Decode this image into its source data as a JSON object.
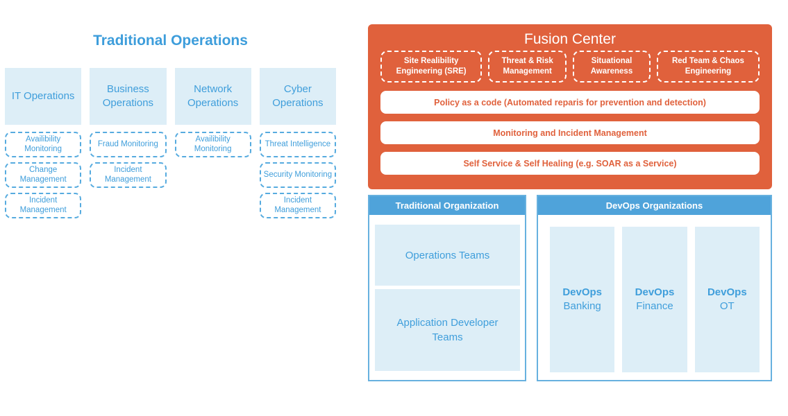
{
  "colors": {
    "orange": "#e0613c",
    "header_blue": "#4fa3da",
    "light_blue_fill": "#ddeef7",
    "blue_text": "#3f9edb",
    "dashed_border_blue": "#56abdf",
    "white": "#ffffff"
  },
  "traditional": {
    "title": "Traditional Operations",
    "columns": [
      {
        "title": "IT Operations",
        "functions": [
          "Availibility Monitoring",
          "Change Management",
          "Incident Management"
        ]
      },
      {
        "title": "Business Operations",
        "functions": [
          "Fraud Monitoring",
          "Incident Management"
        ]
      },
      {
        "title": "Network Operations",
        "functions": [
          "Availibility Monitoring"
        ]
      },
      {
        "title": "Cyber Operations",
        "functions": [
          "Threat Intelligence",
          "Security Monitoring",
          "Incident Management"
        ]
      }
    ]
  },
  "fusion": {
    "title": "Fusion Center",
    "pillars": [
      "Site Realibility Engineering (SRE)",
      "Threat & Risk Management",
      "Situational Awareness",
      "Red Team & Chaos Engineering"
    ],
    "bars": [
      "Policy as a code (Automated reparis for prevention and detection)",
      "Monitoring and Incident Management",
      "Self Service & Self Healing (e.g. SOAR as a Service)"
    ]
  },
  "orgs": {
    "traditional": {
      "header": "Traditional Organization",
      "teams": [
        "Operations Teams",
        "Application Developer Teams"
      ]
    },
    "devops": {
      "header": "DevOps Organizations",
      "units": [
        {
          "name": "DevOps",
          "domain": "Banking"
        },
        {
          "name": "DevOps",
          "domain": "Finance"
        },
        {
          "name": "DevOps",
          "domain": "OT"
        }
      ]
    }
  }
}
